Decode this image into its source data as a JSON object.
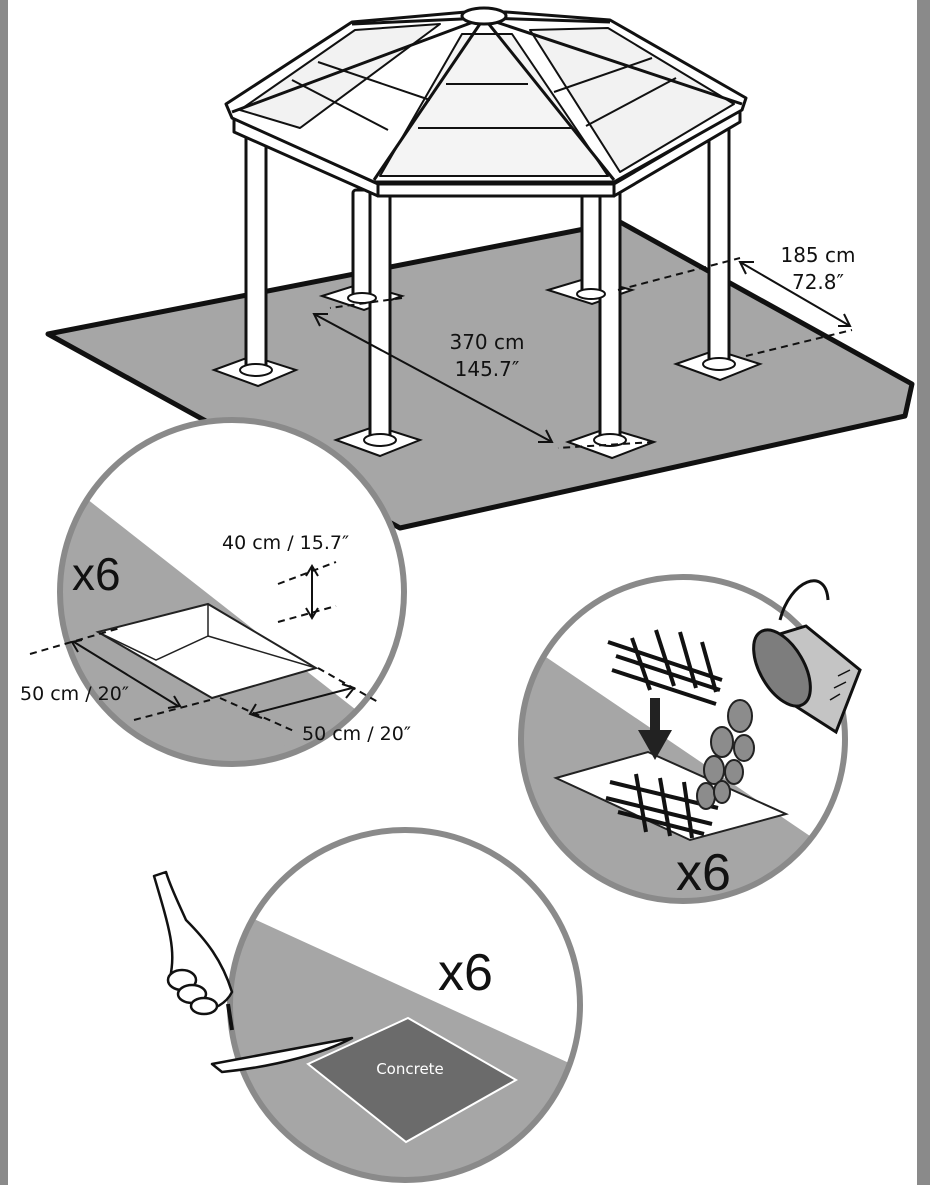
{
  "gazebo": {
    "depth_cm": "185 cm",
    "depth_in": "72.8″",
    "width_cm": "370 cm",
    "width_in": "145.7″"
  },
  "step_dig": {
    "count": "x6",
    "depth_label": "40 cm / 15.7″",
    "length_label": "50 cm / 20″",
    "width_label": "50 cm / 20″"
  },
  "step_rebar": {
    "count": "x6"
  },
  "step_concrete": {
    "count": "x6",
    "fill_label": "Concrete"
  },
  "colors": {
    "frame": "#8a8a8a",
    "ground": "#a6a6a6",
    "ground_dark": "#7d7d7d",
    "concrete": "#6b6b6b",
    "ink": "#111111"
  }
}
